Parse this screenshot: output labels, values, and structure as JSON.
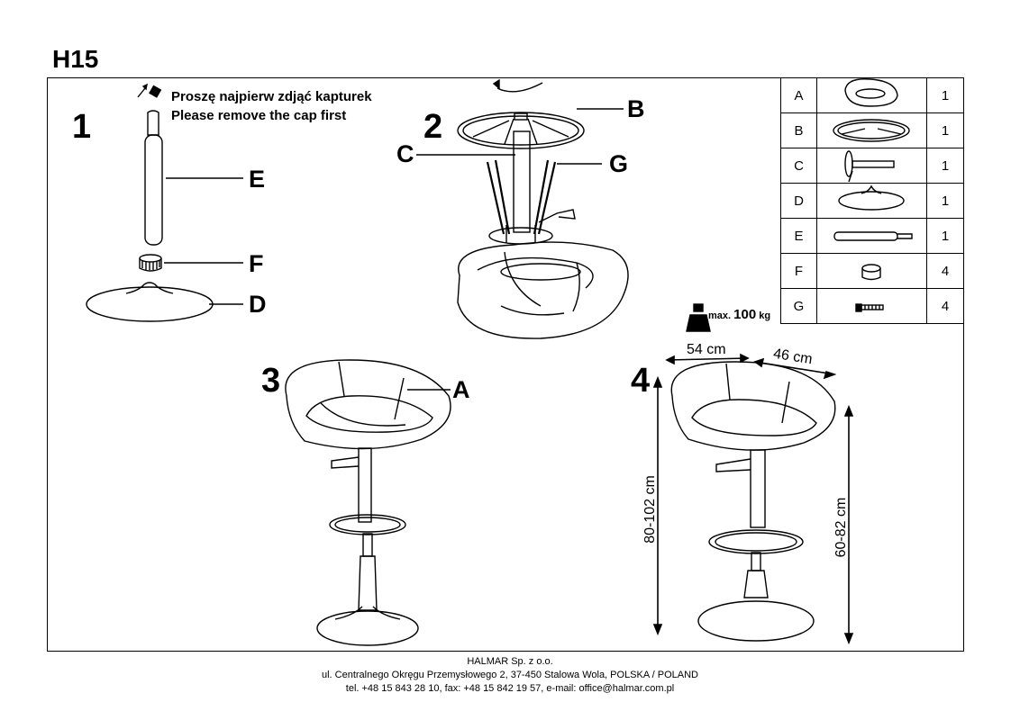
{
  "title": "H15",
  "steps": [
    "1",
    "2",
    "3",
    "4"
  ],
  "letters": {
    "A": "A",
    "B": "B",
    "C": "C",
    "D": "D",
    "E": "E",
    "F": "F",
    "G": "G"
  },
  "note": {
    "pl": "Proszę najpierw zdjąć kapturek",
    "en": "Please remove the cap first"
  },
  "dimensions": {
    "width": "54 cm",
    "depth": "46 cm",
    "total_height": "80-102 cm",
    "seat_height": "60-82 cm"
  },
  "max_load": {
    "prefix": "max.",
    "value": "100",
    "unit": "kg"
  },
  "parts": [
    {
      "letter": "A",
      "icon": "seat-icon",
      "qty": "1"
    },
    {
      "letter": "B",
      "icon": "footrest-ring-icon",
      "qty": "1"
    },
    {
      "letter": "C",
      "icon": "mechanism-icon",
      "qty": "1"
    },
    {
      "letter": "D",
      "icon": "base-icon",
      "qty": "1"
    },
    {
      "letter": "E",
      "icon": "gas-lift-icon",
      "qty": "1"
    },
    {
      "letter": "F",
      "icon": "ring-nut-icon",
      "qty": "4"
    },
    {
      "letter": "G",
      "icon": "screw-icon",
      "qty": "4"
    }
  ],
  "footer": {
    "company": "HALMAR Sp. z o.o.",
    "address": "ul. Centralnego Okręgu Przemysłowego 2, 37-450 Stalowa Wola, POLSKA / POLAND",
    "contact": "tel. +48 15 843 28 10, fax: +48 15 842 19 57, e-mail: office@halmar.com.pl"
  },
  "colors": {
    "line": "#000000",
    "background": "#ffffff"
  }
}
